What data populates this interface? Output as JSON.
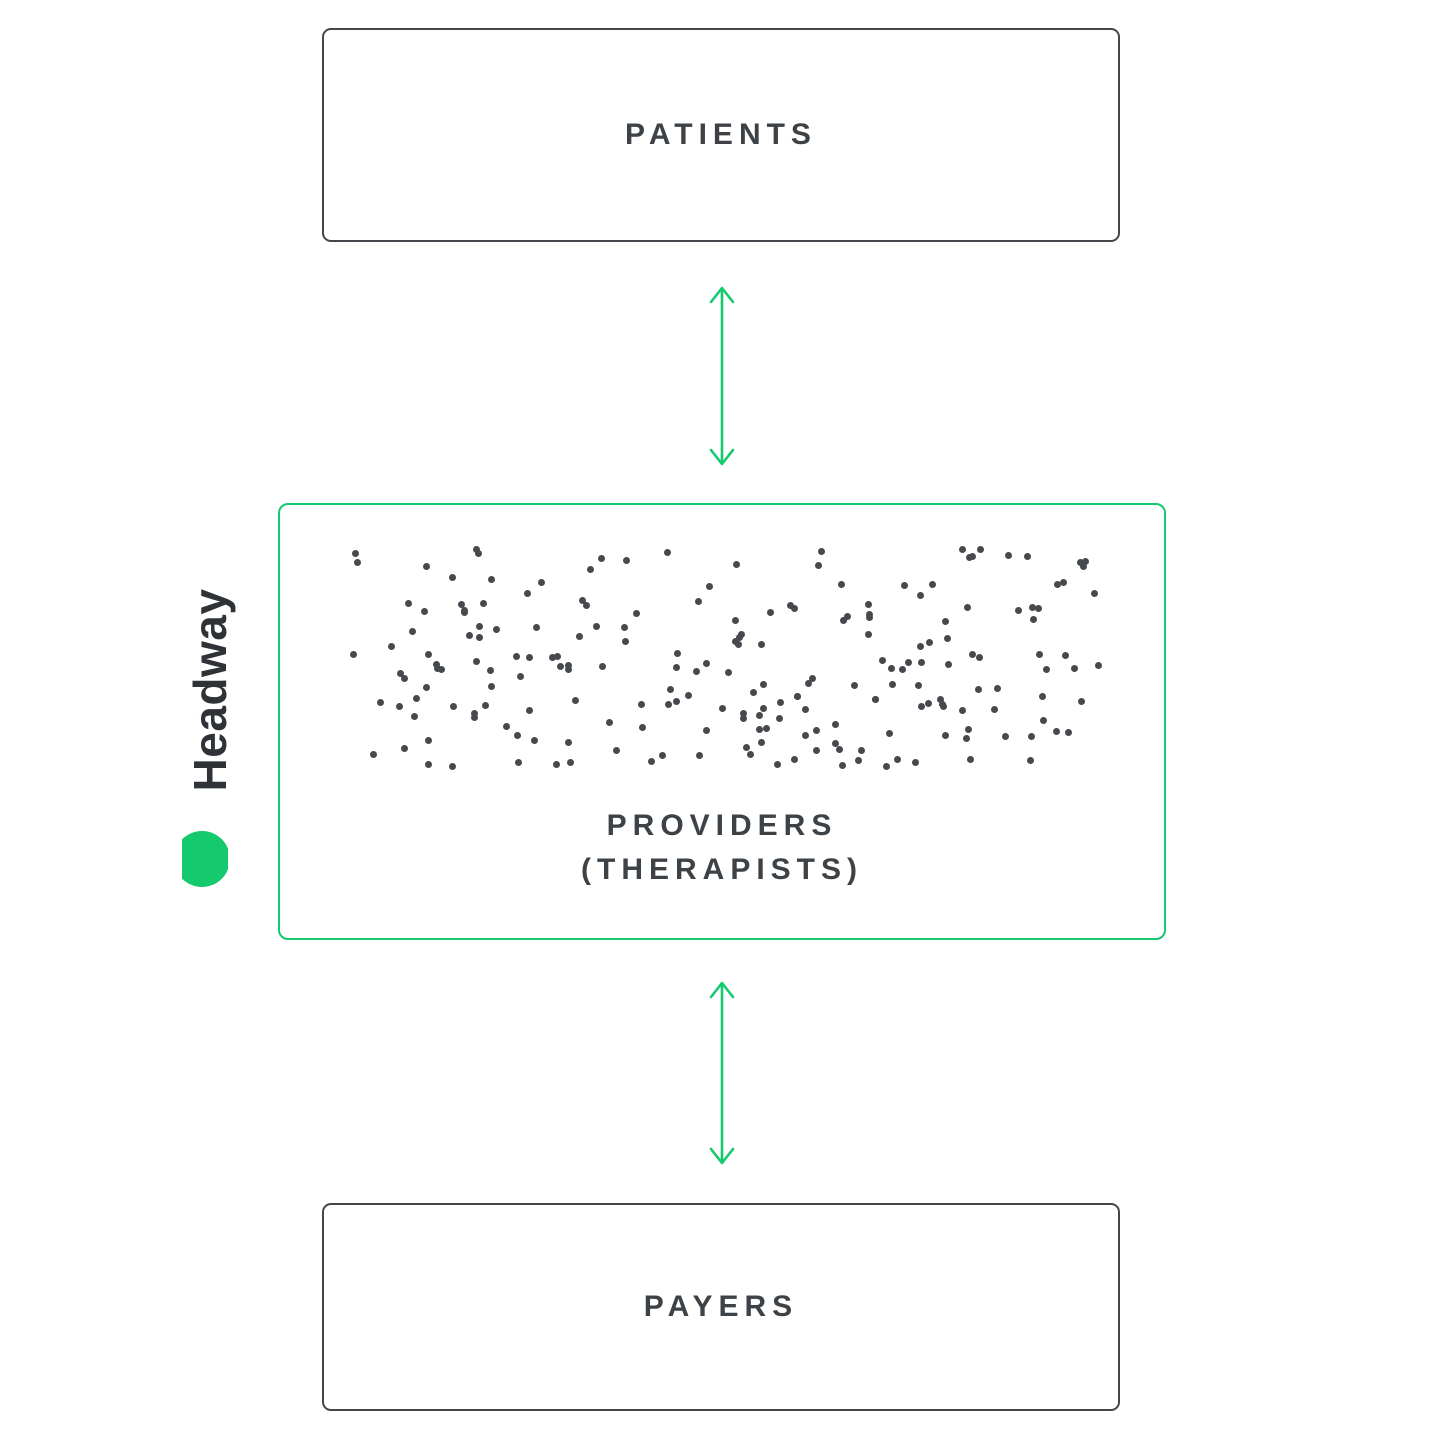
{
  "colors": {
    "accent_green": "#14c96e",
    "box_border": "#43474b",
    "text": "#3d4247",
    "dot": "#46494d"
  },
  "brand": {
    "name": "Headway",
    "logo_color": "#14c96e"
  },
  "diagram": {
    "nodes": [
      {
        "id": "patients",
        "label": "PATIENTS"
      },
      {
        "id": "providers",
        "label_line1": "PROVIDERS",
        "label_line2": "(THERAPISTS)"
      },
      {
        "id": "payers",
        "label": "PAYERS"
      }
    ],
    "connectors": [
      {
        "from": "patients",
        "to": "providers",
        "type": "double-arrow"
      },
      {
        "from": "providers",
        "to": "payers",
        "type": "double-arrow"
      }
    ],
    "dots": {
      "count": 210,
      "color": "#46494d"
    }
  }
}
